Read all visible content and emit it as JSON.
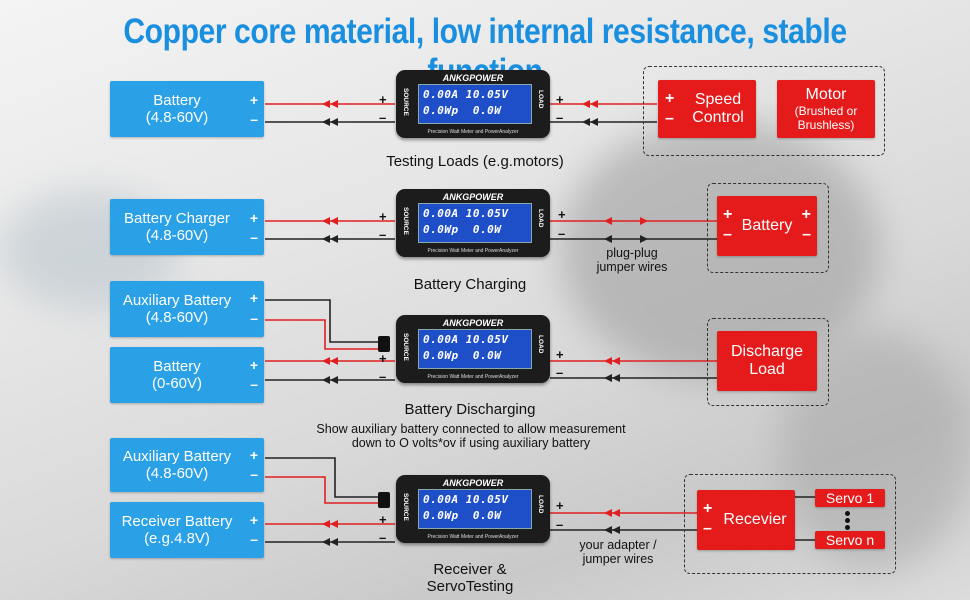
{
  "title": "Copper core material, low internal resistance, stable function",
  "meter": {
    "brand": "ANKGPOWER",
    "line1": "0.00A 10.05V",
    "line2": "0.0Wp  0.0W",
    "subtitle": "Precision Watt Meter and PowerAnalyzer",
    "source": "SOURCE",
    "load": "LOAD"
  },
  "signs": {
    "plus": "+",
    "minus": "–"
  },
  "sec1": {
    "battery_name": "Battery",
    "battery_range": "(4.8-60V)",
    "speed_control": "Speed Control",
    "motor": "Motor",
    "motor_sub": "(Brushed or Brushless)",
    "caption": "Testing Loads (e.g.motors)"
  },
  "sec2": {
    "charger_name": "Battery Charger",
    "charger_range": "(4.8-60V)",
    "battery": "Battery",
    "jumper": "plug-plug jumper wires",
    "caption": "Battery Charging"
  },
  "sec3": {
    "aux_name": "Auxiliary Battery",
    "aux_range": "(4.8-60V)",
    "battery_name": "Battery",
    "battery_range": "(0-60V)",
    "load": "Discharge Load",
    "caption": "Battery Discharging",
    "note1": "Show auxiliary battery connected to allow measurement",
    "note2": "down to O volts*ov if using auxiliary battery"
  },
  "sec4": {
    "aux_name": "Auxiliary Battery",
    "aux_range": "(4.8-60V)",
    "rx_name": "Receiver Battery",
    "rx_range": "(e.g.4.8V)",
    "receiver": "Recevier",
    "servo1": "Servo 1",
    "servon": "Servo n",
    "adapter1": "your adapter /",
    "adapter2": "jumper wires",
    "caption1": "Receiver &",
    "caption2": "ServoTesting"
  },
  "colors": {
    "title": "#1a8fe0",
    "blue_box": "#2aa0e6",
    "red_box": "#e51b1b",
    "red_wire": "#e02020",
    "black_wire": "#222222"
  }
}
